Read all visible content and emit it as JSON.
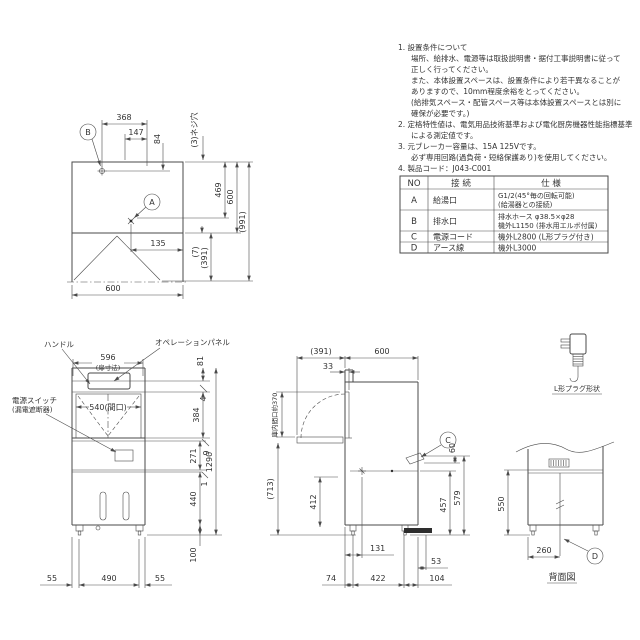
{
  "notes": {
    "lines": [
      "1. 設置条件について",
      "場所、給排水、電源等は取扱説明書・据付工事説明書に従って",
      "正しく行ってください。",
      "また、本体設置スペースは、設置条件により若干異なることが",
      "ありますので、10mm程度余裕をとってください。",
      "(給排気スペース・配管スペース等は本体設置スペースとは別に",
      "確保が必要です。)",
      "2. 定格特性値は、電気用品技術基準および電化厨房機器性能指標基準",
      "による測定値です。",
      "3. 元ブレーカー容量は、15A 125Vです。",
      "必ず専用回路(過負荷・短絡保護あり)を使用してください。",
      "4. 製品コード：J043-C001"
    ]
  },
  "table": {
    "headers": [
      "NO",
      "接  続",
      "仕  様"
    ],
    "rows": [
      {
        "no": "A",
        "connection": "給湯口",
        "spec1": "G1/2(45°毎の回転可能)",
        "spec2": "(給湯器との接続)"
      },
      {
        "no": "B",
        "connection": "排水口",
        "spec1": "排水ホース φ38.5×φ28",
        "spec2": "機外L1150 (排水用エルボ付属)"
      },
      {
        "no": "C",
        "connection": "電源コード",
        "spec1": "機外L2800 (L形プラグ付き)"
      },
      {
        "no": "D",
        "connection": "アース線",
        "spec1": "機外L3000"
      }
    ]
  },
  "top_view": {
    "callouts": {
      "a": "A",
      "b": "B"
    },
    "screw_note": "(3)ネジ穴",
    "dims": {
      "w368": "368",
      "w147": "147",
      "d84": "84",
      "d469": "469",
      "d600": "600",
      "d991": "(991)",
      "w135": "135",
      "d7": "(7)",
      "d391": "(391)",
      "w600": "600"
    }
  },
  "front_view": {
    "labels": {
      "handle": "ハンドル",
      "panel": "オペレーションパネル",
      "switch": "電源スイッチ",
      "switch2": "(漏電遮断器)"
    },
    "dims": {
      "w596": "596",
      "door": "(扉寸法)",
      "w540": "540(間口)",
      "h81": "81",
      "h4": "4",
      "h384": "384",
      "h9": "9",
      "h271": "271",
      "h1": "1",
      "h440": "440",
      "h100": "100",
      "h1290": "1290",
      "b55l": "55",
      "b490": "490",
      "b55r": "55"
    }
  },
  "side_view": {
    "callouts": {
      "c": "C"
    },
    "dims": {
      "d391": "(391)",
      "d33": "33",
      "d600": "600",
      "opening": "庫内間口約370",
      "h713": "(713)",
      "h412": "412",
      "w131": "131",
      "b74": "74",
      "b422": "422",
      "w53": "53",
      "b104": "104",
      "h60": "60",
      "h457": "457",
      "h579": "579"
    }
  },
  "back_view": {
    "callouts": {
      "d": "D"
    },
    "caption": "背面図",
    "dims": {
      "h550": "550",
      "w260": "260"
    }
  },
  "plug": {
    "label": "L形プラグ形状"
  },
  "colors": {
    "line": "#4a4a4a",
    "text": "#333333",
    "bg": "#ffffff"
  }
}
